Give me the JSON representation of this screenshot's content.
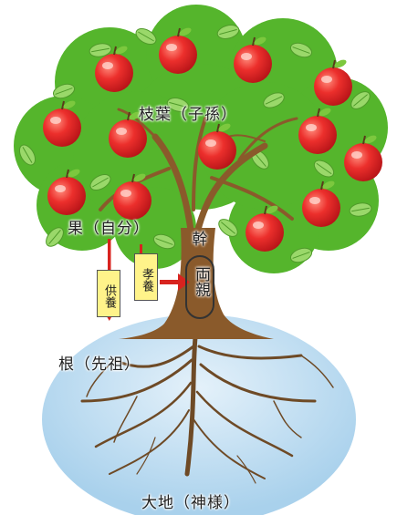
{
  "labels": {
    "branches": "枝葉（子孫）",
    "fruit": "果（自分）",
    "trunk_top": "幹",
    "trunk_paren": "両親",
    "roots": "根（先祖）",
    "earth": "大地（神様）",
    "tag_filial": "孝養",
    "tag_offering": "供養"
  },
  "colors": {
    "foliage": "#55b52c",
    "apple": "#e8282c",
    "trunk": "#8a5a2b",
    "ground": "#bcdcf0",
    "arrow": "#d8231f",
    "tag": "#fff38a"
  }
}
